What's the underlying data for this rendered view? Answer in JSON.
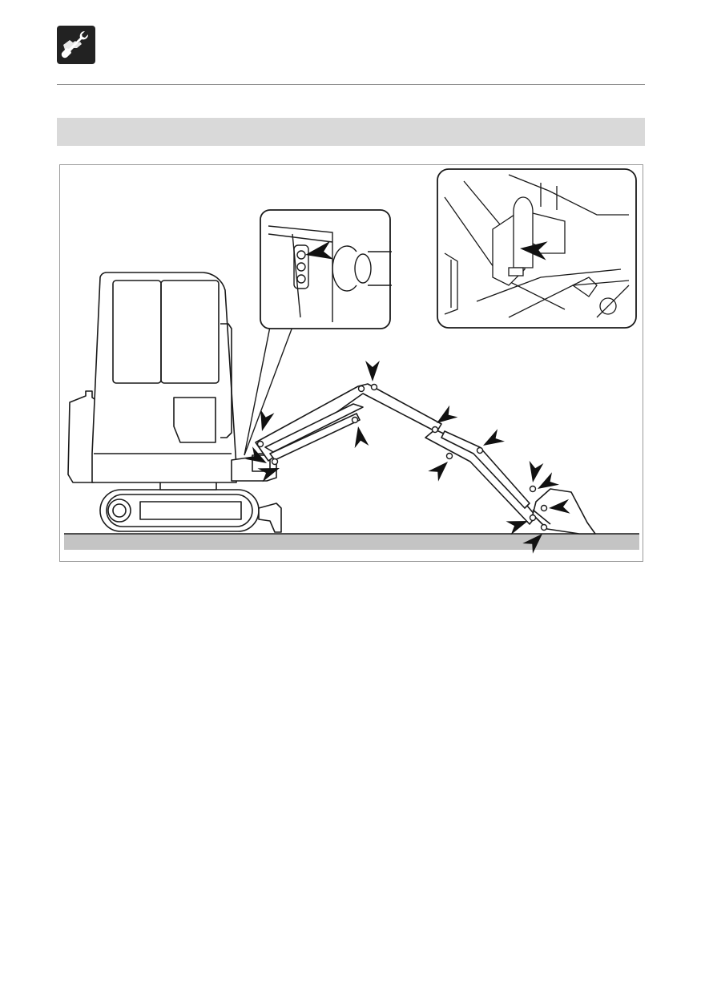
{
  "header": {
    "icon": "wrench-hand-maintenance-icon"
  },
  "section": {
    "title": ""
  },
  "figure": {
    "icon_names": [
      "excavator-illustration",
      "grease-nipple-callout",
      "swing-cylinder-callout",
      "grease-point-arrows"
    ],
    "colors": {
      "ink": "#1a1a1a",
      "ground": "#c4c4c4",
      "band": "#d9d9d9"
    },
    "grease_point_count": 13
  }
}
